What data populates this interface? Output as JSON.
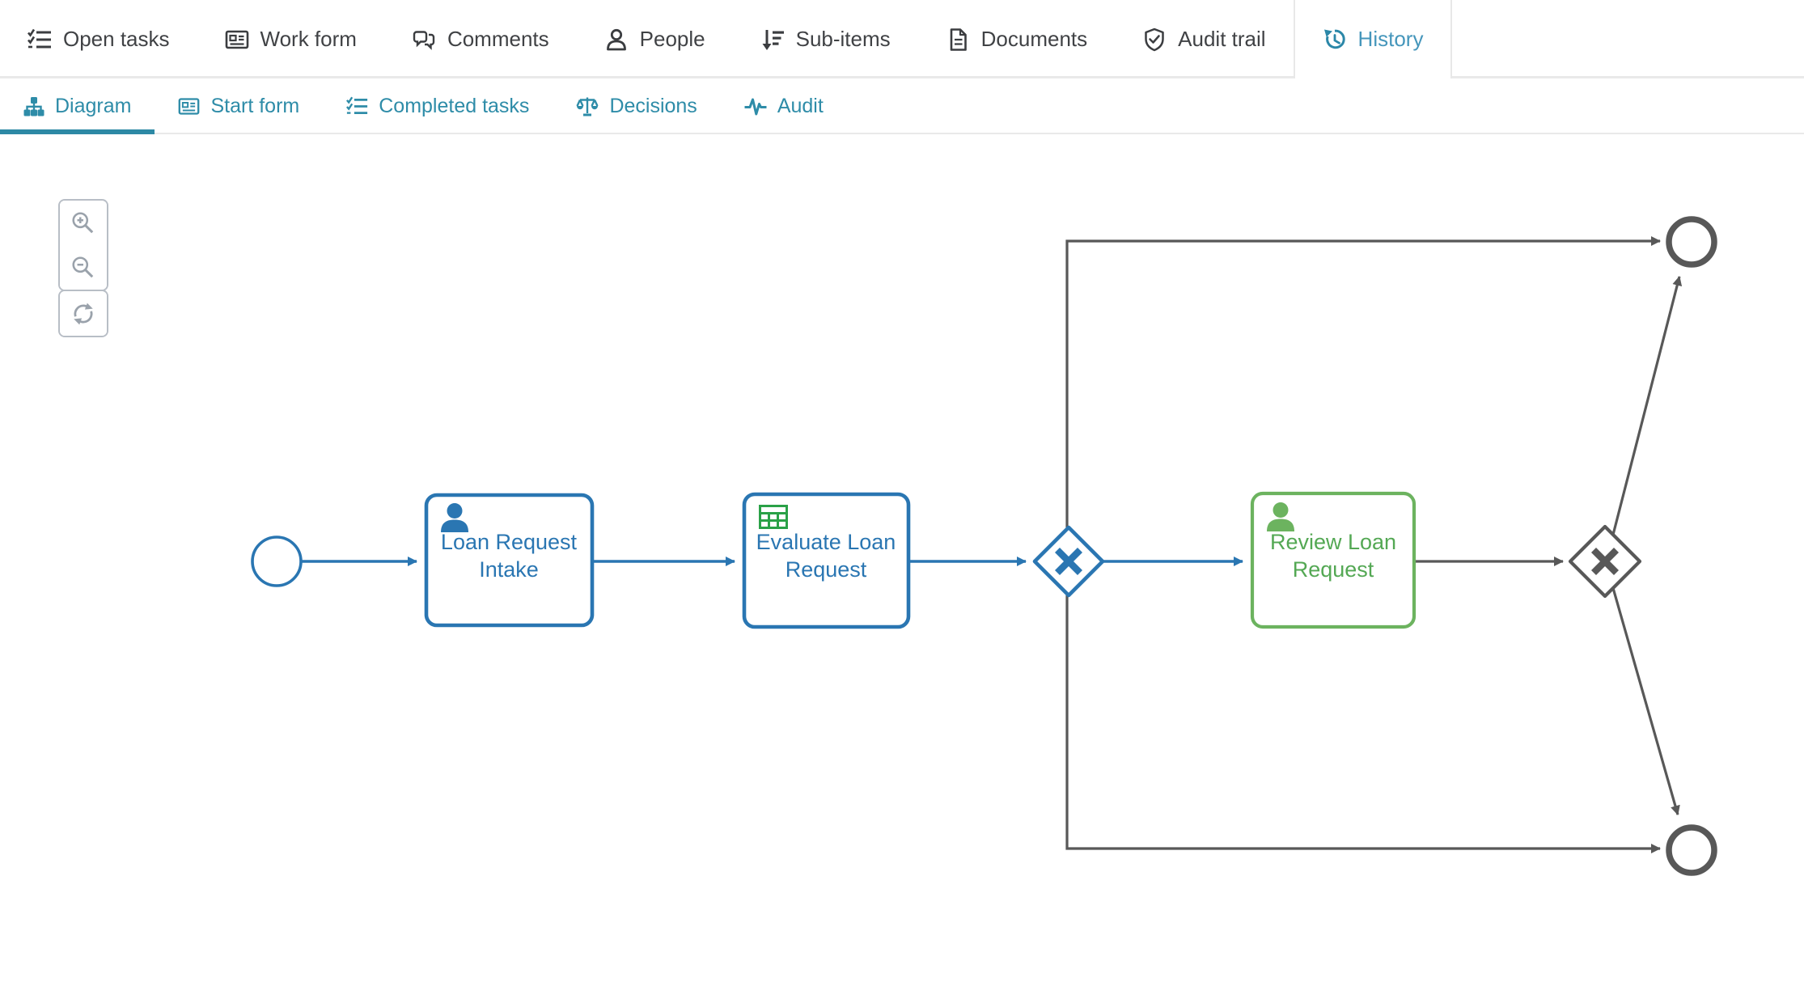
{
  "header": {
    "tabs": [
      {
        "label": "Open tasks",
        "icon": "checklist-icon",
        "active": false
      },
      {
        "label": "Work form",
        "icon": "form-icon",
        "active": false
      },
      {
        "label": "Comments",
        "icon": "comments-icon",
        "active": false
      },
      {
        "label": "People",
        "icon": "person-icon",
        "active": false
      },
      {
        "label": "Sub-items",
        "icon": "sub-items-icon",
        "active": false
      },
      {
        "label": "Documents",
        "icon": "document-icon",
        "active": false
      },
      {
        "label": "Audit trail",
        "icon": "shield-check-icon",
        "active": false
      },
      {
        "label": "History",
        "icon": "history-icon",
        "active": true
      }
    ]
  },
  "subheader": {
    "tabs": [
      {
        "label": "Diagram",
        "icon": "sitemap-icon",
        "active": true
      },
      {
        "label": "Start form",
        "icon": "form-icon",
        "active": false
      },
      {
        "label": "Completed tasks",
        "icon": "checklist-icon",
        "active": false
      },
      {
        "label": "Decisions",
        "icon": "scale-icon",
        "active": false
      },
      {
        "label": "Audit",
        "icon": "pulse-icon",
        "active": false
      }
    ]
  },
  "diagram": {
    "controls": {
      "zoom_in": "zoom-in",
      "zoom_out": "zoom-out",
      "reset": "reset-view"
    },
    "nodes": {
      "task1": {
        "line1": "Loan Request",
        "line2": "Intake",
        "icon": "user-icon"
      },
      "task2": {
        "line1": "Evaluate Loan",
        "line2": "Request",
        "icon": "table-icon"
      },
      "task3": {
        "line1": "Review Loan",
        "line2": "Request",
        "icon": "user-icon"
      }
    },
    "colors": {
      "completed_path_blue": "#2a76b2",
      "active_node_green": "#6cb35f",
      "active_text_green": "#54a854",
      "rule_icon_green": "#2aa147",
      "pending_path_gray": "#585858"
    }
  },
  "colors": {
    "accent_teal": "#2e8ca8",
    "history_tab_text": "#4596bb",
    "tab_text": "#404245",
    "divider": "#e9e9e9"
  }
}
